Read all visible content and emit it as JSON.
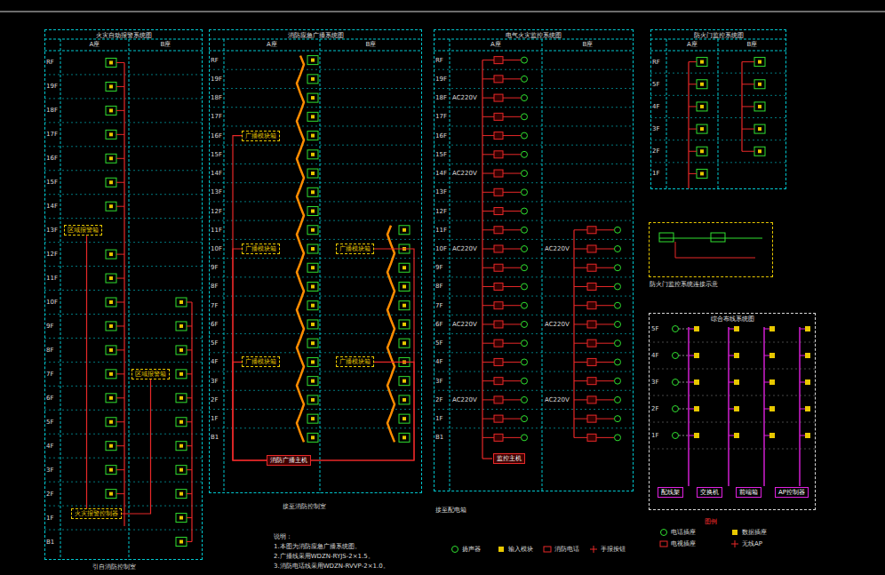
{
  "diagram": {
    "nodes": [
      {
        "text": [
          "火灾自动报警系统图"
        ]
      },
      {
        "text": [
          "消防应急广播系统图"
        ]
      },
      {
        "text": [
          "电气火灾监控系统图"
        ]
      },
      {
        "text": [
          "防火门监控系统图"
        ]
      },
      {
        "text": [
          "综合布线系统图"
        ]
      },
      {
        "text": [
          "防火门监控系统连接示意"
        ]
      },
      {
        "text": [
          "区域报警箱"
        ],
        "in": 0
      },
      {
        "text": [
          "区域报警箱"
        ],
        "in": 0
      },
      {
        "text": [
          "火灾报警控制器"
        ],
        "in": 0
      },
      {
        "text": [
          "广播模块箱"
        ],
        "in": 1
      },
      {
        "text": [
          "广播模块箱"
        ],
        "in": 1
      },
      {
        "text": [
          "广播模块箱"
        ],
        "in": 1
      },
      {
        "text": [
          "广播模块箱"
        ],
        "in": 1
      },
      {
        "text": [
          "广播模块箱"
        ],
        "in": 1
      },
      {
        "text": [
          "消防广播主机"
        ],
        "in": 1
      },
      {
        "text": [
          "监控主机"
        ],
        "in": 2
      },
      {
        "text": [
          "配线架"
        ],
        "in": 4
      },
      {
        "text": [
          "交换机"
        ],
        "in": 4
      },
      {
        "text": [
          "前端箱"
        ],
        "in": 4
      },
      {
        "text": [
          "AP控制器"
        ],
        "in": 4
      }
    ],
    "edges": [
      {
        "from": 6,
        "to": 8,
        "arrow": "none"
      },
      {
        "from": 7,
        "to": 8,
        "arrow": "none"
      },
      {
        "from": 9,
        "to": 14,
        "arrow": "none"
      },
      {
        "from": 10,
        "to": 14,
        "arrow": "none"
      },
      {
        "from": 11,
        "to": 14,
        "arrow": "none"
      },
      {
        "from": 12,
        "to": 14,
        "arrow": "none"
      },
      {
        "from": 13,
        "to": 14,
        "arrow": "none"
      }
    ],
    "labels": [
      "A座",
      "B座",
      "A座",
      "B座",
      "A座",
      "B座",
      "A座",
      "B座",
      "RF",
      "19F",
      "18F",
      "17F",
      "16F",
      "15F",
      "14F",
      "13F",
      "12F",
      "11F",
      "10F",
      "9F",
      "8F",
      "7F",
      "6F",
      "5F",
      "4F",
      "3F",
      "2F",
      "1F",
      "B1",
      "RF",
      "19F",
      "18F",
      "17F",
      "16F",
      "15F",
      "14F",
      "13F",
      "12F",
      "11F",
      "10F",
      "9F",
      "8F",
      "7F",
      "6F",
      "5F",
      "4F",
      "3F",
      "2F",
      "1F",
      "B1",
      "RF",
      "19F",
      "18F",
      "17F",
      "16F",
      "15F",
      "14F",
      "13F",
      "12F",
      "11F",
      "10F",
      "9F",
      "8F",
      "7F",
      "6F",
      "5F",
      "4F",
      "3F",
      "2F",
      "1F",
      "B1",
      "RF",
      "5F",
      "4F",
      "3F",
      "2F",
      "1F",
      "AC220V",
      "AC220V",
      "AC220V",
      "AC220V",
      "AC220V",
      "AC220V",
      "AC220V",
      "AC220V",
      "5F",
      "4F",
      "3F",
      "2F",
      "1F",
      "说明：",
      "1.本图为消防应急广播系统图。",
      "2.广播线采用WDZN-RYJS-2×1.5。",
      "3.消防电话线采用WDZN-RVVP-2×1.0。",
      "引自消防控制室",
      "接至消防控制室",
      "接至配电箱",
      "图例"
    ],
    "legend": [
      {
        "text": "扬声器"
      },
      {
        "text": "输入模块"
      },
      {
        "text": "消防电话"
      },
      {
        "text": "手报按钮"
      },
      {
        "text": "电话插座"
      },
      {
        "text": "数据插座"
      },
      {
        "text": "电视插座"
      },
      {
        "text": "无线AP"
      }
    ]
  }
}
